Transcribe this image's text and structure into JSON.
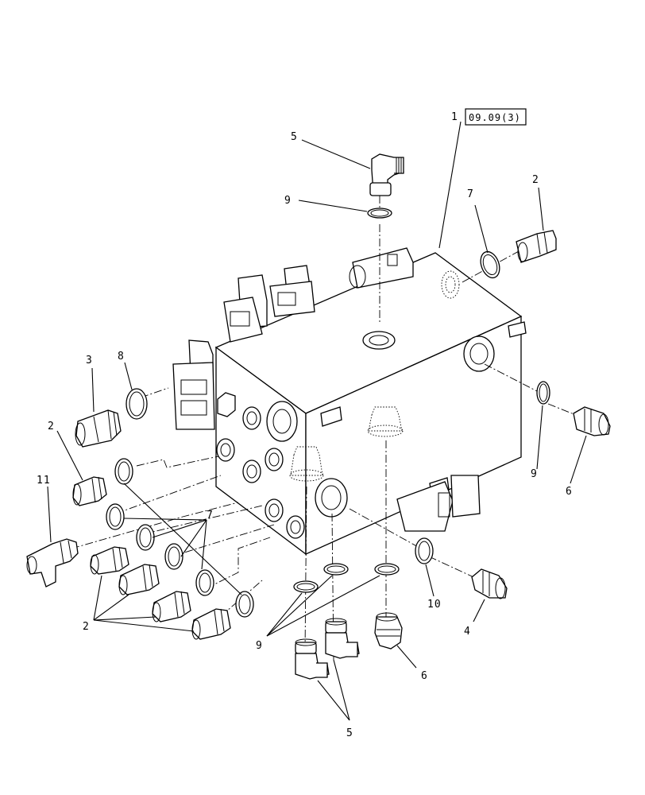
{
  "reference_box": "09.09(3)",
  "callouts": {
    "c1": "1",
    "c5_top": "5",
    "c9_top": "9",
    "c7_top": "7",
    "c2_top": "2",
    "c3": "3",
    "c8": "8",
    "c2_left": "2",
    "c11": "11",
    "c7_mid": "7",
    "c2_bottom": "2",
    "c9_right": "9",
    "c6_right": "6",
    "c10": "10",
    "c4": "4",
    "c9_bottom": "9",
    "c6_bottom": "6",
    "c5_bottom": "5"
  }
}
